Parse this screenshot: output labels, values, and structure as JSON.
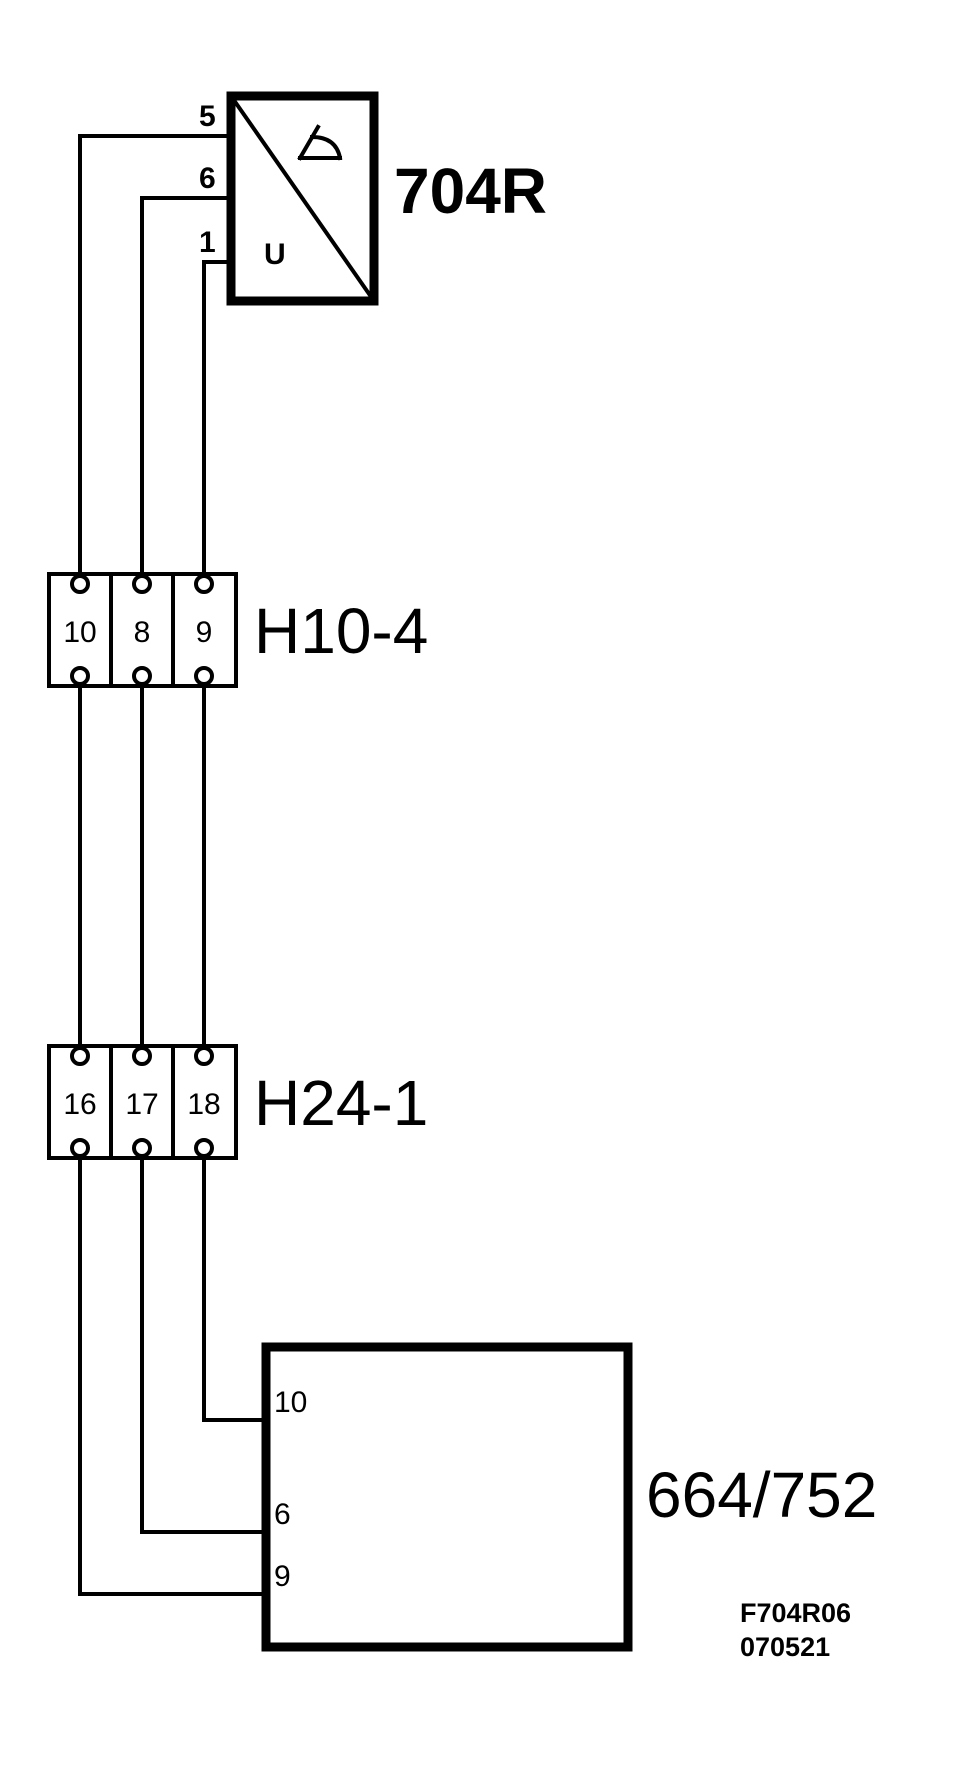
{
  "sensor": {
    "label": "704R",
    "pin_labels": [
      "5",
      "6",
      "1"
    ],
    "u_label": "U"
  },
  "connector_h10": {
    "label": "H10-4",
    "pins": [
      "10",
      "8",
      "9"
    ]
  },
  "connector_h24": {
    "label": "H24-1",
    "pins": [
      "16",
      "17",
      "18"
    ]
  },
  "module": {
    "label": "664/752",
    "pin_labels": [
      "10",
      "6",
      "9"
    ]
  },
  "reference": {
    "code": "F704R06",
    "date": "070521"
  },
  "colors": {
    "line": "#000000",
    "background": "#ffffff"
  }
}
